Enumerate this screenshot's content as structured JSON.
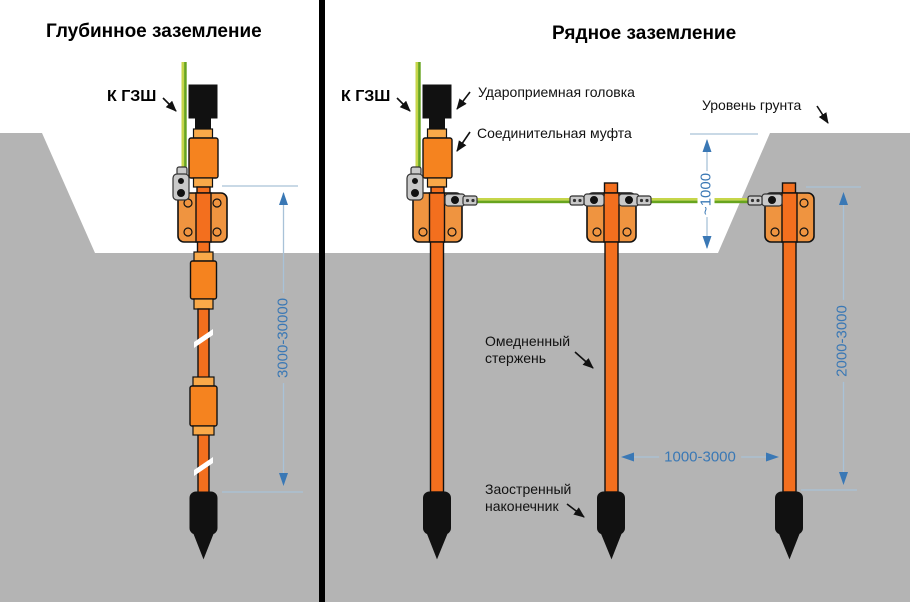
{
  "left_panel": {
    "title": "Глубинное заземление",
    "label_to_gzsh": "К ГЗШ",
    "dim_depth": "3000-30000"
  },
  "right_panel": {
    "title": "Рядное заземление",
    "label_to_gzsh": "К ГЗШ",
    "label_impact_head": "Удароприемная головка",
    "label_coupling": "Соединительная муфта",
    "label_ground_level": "Уровень грунта",
    "label_copper_rod": "Омедненный\nстержень",
    "label_pointed_tip": "Заостренный\nнаконечник",
    "dim_trench_depth": "~1000",
    "dim_rod_depth": "2000-3000",
    "dim_spacing": "1000-3000"
  },
  "palette": {
    "ground": "#B4B4B4",
    "ink": "#111111",
    "rod": "#F36F1E",
    "coupling": "#F5831F",
    "coupling_cap": "#F9A949",
    "plate": "#EF9440",
    "wire_green": "#67A41E",
    "wire_light": "#C6D64A",
    "dim_blue": "#3A78B5",
    "dim_line": "#A9C2D8",
    "clamp_gray": "#C9C9C9",
    "clamp_stroke": "#333333"
  }
}
